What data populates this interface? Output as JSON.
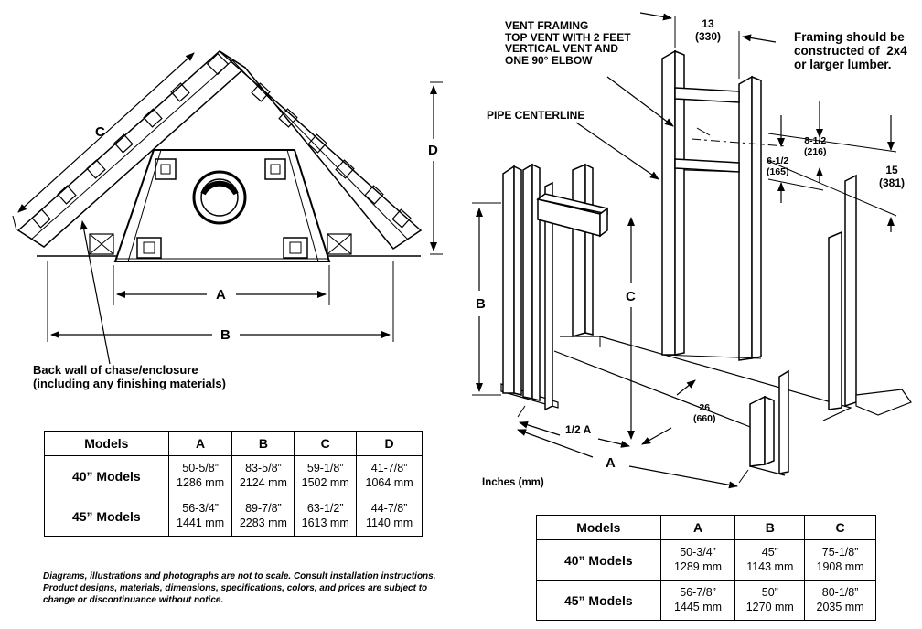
{
  "left_diagram": {
    "dim_a": "A",
    "dim_b": "B",
    "dim_c": "C",
    "dim_d": "D",
    "back_wall_label": "Back wall of chase/enclosure\n(including any finishing materials)"
  },
  "right_diagram": {
    "vent_framing_label": "VENT FRAMING\nTOP VENT WITH 2 FEET\nVERTICAL VENT AND\nONE 90° ELBOW",
    "pipe_centerline_label": "PIPE CENTERLINE",
    "framing_note": "Framing should be\nconstructed of  2x4\nor larger lumber.",
    "dim_13": "13\n(330)",
    "dim_8_5": "8-1/2\n(216)",
    "dim_6_5": "6-1/2\n(165)",
    "dim_15": "15\n(381)",
    "dim_26": "26\n(660)",
    "dim_half_a": "1/2 A",
    "dim_a": "A",
    "dim_b": "B",
    "dim_c": "C",
    "units_label": "Inches (mm)"
  },
  "left_table": {
    "headers": [
      "Models",
      "A",
      "B",
      "C",
      "D"
    ],
    "rows": [
      {
        "model": "40” Models",
        "cells": [
          [
            "50-5/8”",
            "1286 mm"
          ],
          [
            "83-5/8”",
            "2124 mm"
          ],
          [
            "59-1/8”",
            "1502 mm"
          ],
          [
            "41-7/8”",
            "1064 mm"
          ]
        ]
      },
      {
        "model": "45” Models",
        "cells": [
          [
            "56-3/4”",
            "1441 mm"
          ],
          [
            "89-7/8”",
            "2283 mm"
          ],
          [
            "63-1/2”",
            "1613 mm"
          ],
          [
            "44-7/8”",
            "1140 mm"
          ]
        ]
      }
    ]
  },
  "right_table": {
    "headers": [
      "Models",
      "A",
      "B",
      "C"
    ],
    "rows": [
      {
        "model": "40” Models",
        "cells": [
          [
            "50-3/4”",
            "1289 mm"
          ],
          [
            "45”",
            "1143 mm"
          ],
          [
            "75-1/8”",
            "1908 mm"
          ]
        ]
      },
      {
        "model": "45” Models",
        "cells": [
          [
            "56-7/8”",
            "1445 mm"
          ],
          [
            "50”",
            "1270 mm"
          ],
          [
            "80-1/8”",
            "2035 mm"
          ]
        ]
      }
    ]
  },
  "disclaimer": "Diagrams, illustrations and photographs are not to scale. Consult installation instructions. Product designs, materials, dimensions, specifications, colors, and prices are subject to change or discontinuance without notice."
}
